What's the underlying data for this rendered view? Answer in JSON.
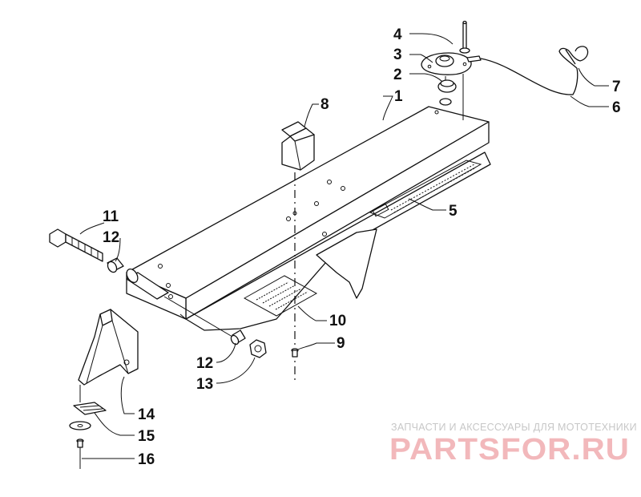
{
  "callouts": {
    "c1": "1",
    "c2": "2",
    "c3": "3",
    "c4": "4",
    "c5": "5",
    "c6": "6",
    "c7": "7",
    "c8": "8",
    "c9": "9",
    "c10": "10",
    "c11": "11",
    "c12a": "12",
    "c12b": "12",
    "c13": "13",
    "c14": "14",
    "c15": "15",
    "c16": "16"
  },
  "watermark": {
    "tagline": "ЗАПЧАСТИ И АКСЕССУАРЫ ДЛЯ МОТОТЕХНИКИ",
    "logo_text": "PARTSFOR.RU",
    "logo_color": "#f2b8bb"
  },
  "colors": {
    "line": "#111111",
    "background": "#ffffff"
  }
}
